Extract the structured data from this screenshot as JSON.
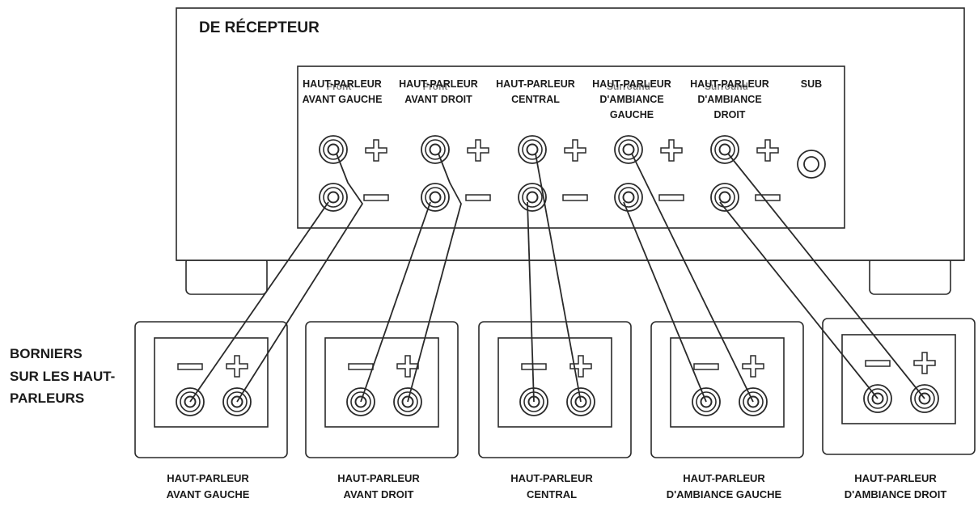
{
  "receiver": {
    "title": "DE RÉCEPTEUR",
    "channels": [
      {
        "lines": [
          "HAUT-PARLEUR",
          "AVANT GAUCHE"
        ],
        "ghost": "Front"
      },
      {
        "lines": [
          "HAUT-PARLEUR",
          "AVANT DROIT"
        ],
        "ghost": "Front"
      },
      {
        "lines": [
          "HAUT-PARLEUR",
          "CENTRAL"
        ]
      },
      {
        "lines": [
          "HAUT-PARLEUR",
          "D'AMBIANCE",
          "GAUCHE"
        ],
        "ghost": "Surround"
      },
      {
        "lines": [
          "HAUT-PARLEUR",
          "D'AMBIANCE",
          "DROIT"
        ],
        "ghost": "Surround"
      }
    ],
    "sub_label": "SUB"
  },
  "side_label": [
    "BORNIERS",
    "SUR LES HAUT-",
    "PARLEURS"
  ],
  "speakers": [
    {
      "lines": [
        "HAUT-PARLEUR",
        "AVANT GAUCHE"
      ]
    },
    {
      "lines": [
        "HAUT-PARLEUR",
        "AVANT DROIT"
      ]
    },
    {
      "lines": [
        "HAUT-PARLEUR",
        "CENTRAL"
      ]
    },
    {
      "lines": [
        "HAUT-PARLEUR",
        "D'AMBIANCE GAUCHE"
      ]
    },
    {
      "lines": [
        "HAUT-PARLEUR",
        "D'AMBIANCE DROIT"
      ]
    }
  ],
  "colors": {
    "line": "#2a2a2a",
    "fill": "#ffffff"
  }
}
